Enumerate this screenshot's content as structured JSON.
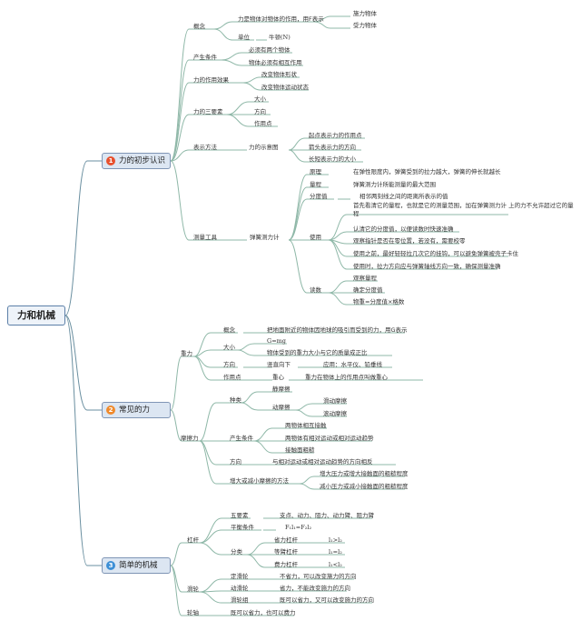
{
  "root": {
    "title": "力和机械"
  },
  "branches": {
    "b1": {
      "num": "1",
      "label": "力的初步认识",
      "badge_color": "#e8502d"
    },
    "b2": {
      "num": "2",
      "label": "常见的力",
      "badge_color": "#f08a2c"
    },
    "b3": {
      "num": "3",
      "label": "简单的机械",
      "badge_color": "#3d8fd6"
    }
  },
  "force_basics": {
    "concept": {
      "label": "概念",
      "text": "力是物体对物体的作用，用F表示",
      "items": [
        "施力物体",
        "受力物体"
      ],
      "unit_label": "单位",
      "unit_value": "牛顿(N)"
    },
    "conditions": {
      "label": "产生条件",
      "items": [
        "必须有两个物体",
        "物体必须有相互作用"
      ]
    },
    "effects": {
      "label": "力的作用效果",
      "items": [
        "改变物体形状",
        "改变物体运动状态"
      ]
    },
    "elements": {
      "label": "力的三要素",
      "items": [
        "大小",
        "方向",
        "作用点"
      ]
    },
    "representation": {
      "label": "表示方法",
      "diagram": "力的示意图",
      "items": [
        "起点表示力的作用点",
        "箭头表示力的方向",
        "长短表示力的大小"
      ]
    },
    "tool": {
      "label": "测量工具",
      "name": "弹簧测力计",
      "principle_label": "原理",
      "principle": "在弹性限度内，弹簧受到的拉力越大，弹簧的伸长就越长",
      "range_label": "量程",
      "range": "弹簧测力计所能测量的最大范围",
      "div_label": "分度值",
      "div": "相邻两刻线之间的距离所表示的值",
      "use_label": "使用",
      "use_items": [
        "首先看清它的量程，也就是它的测量范围，加在弹簧测力计 上的力不允许超过它的量程",
        "认清它的分度值，以便读数时快速准确",
        "观察指针是否在零位置，若没有，需要校零",
        "使用之前，最好轻轻拉几次它的挂钩，可以避免弹簧被壳子卡住",
        "使用时，拉力方向应与弹簧轴线方向一致，确保测量准确"
      ],
      "read_label": "读数",
      "read_items": [
        "观察量程",
        "确定分度值",
        "物重=分度值×格数"
      ]
    }
  },
  "common_forces": {
    "gravity": {
      "label": "重力",
      "concept_label": "概念",
      "concept": "把地面附近的物体因地球的吸引而受到的力，用G表示",
      "size_label": "大小",
      "size_items": [
        "G=mg",
        "物体受到的重力大小与它的质量成正比"
      ],
      "dir_label": "方向",
      "dir": "竖直向下",
      "app": "应用：水平仪、铅垂线",
      "point_label": "作用点",
      "point": "重心",
      "point_desc": "重力在物体上的作用点叫做重心"
    },
    "friction": {
      "label": "摩擦力",
      "types_label": "种类",
      "static": "静摩擦",
      "dynamic": "动摩擦",
      "dyn_items": [
        "滑动摩擦",
        "滚动摩擦"
      ],
      "cond_label": "产生条件",
      "cond_items": [
        "两物体相互接触",
        "两物体有相对运动或相对运动趋势",
        "接触面粗糙"
      ],
      "dir_label": "方向",
      "dir": "与相对运动或相对运动趋势的方向相反",
      "method_label": "增大或减小摩擦的方法",
      "method_items": [
        "增大压力或增大接触面的粗糙程度",
        "减小压力或减小接触面的粗糙程度"
      ]
    }
  },
  "machines": {
    "lever": {
      "label": "杠杆",
      "five_label": "五要素",
      "five": "支点、动力、阻力、动力臂、阻力臂",
      "balance_label": "平衡条件",
      "balance": "F₁l₁=F₂l₂",
      "class_label": "分类",
      "classes": [
        {
          "name": "省力杠杆",
          "rule": "l₁>l₂"
        },
        {
          "name": "等臂杠杆",
          "rule": "l₁=l₂"
        },
        {
          "name": "费力杠杆",
          "rule": "l₁<l₂"
        }
      ]
    },
    "pulley": {
      "label": "滑轮",
      "items": [
        {
          "name": "定滑轮",
          "desc": "不省力，可以改变施力的方向"
        },
        {
          "name": "动滑轮",
          "desc": "省力，不能改变施力的方向"
        },
        {
          "name": "滑轮组",
          "desc": "既可以省力，又可以改变施力的方向"
        }
      ]
    },
    "axle": {
      "label": "轮轴",
      "desc": "既可以省力，也可以费力"
    }
  }
}
